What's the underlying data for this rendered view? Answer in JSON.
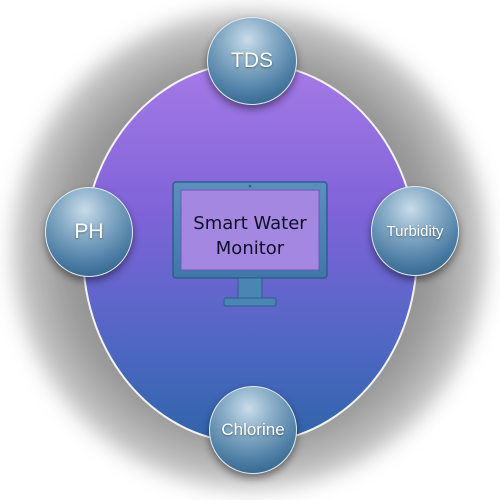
{
  "center": {
    "line1": "Smart Water",
    "line2": "Monitor"
  },
  "nodes": {
    "top": "TDS",
    "left": "PH",
    "right": "Turbidity",
    "bottom": "Chlorine"
  },
  "colors": {
    "oval_top": "#a57ae6",
    "oval_bottom": "#2f64a8",
    "node": "#4f7fa6",
    "monitor": "#4a86b4"
  },
  "icons": [
    "monitor-icon"
  ]
}
